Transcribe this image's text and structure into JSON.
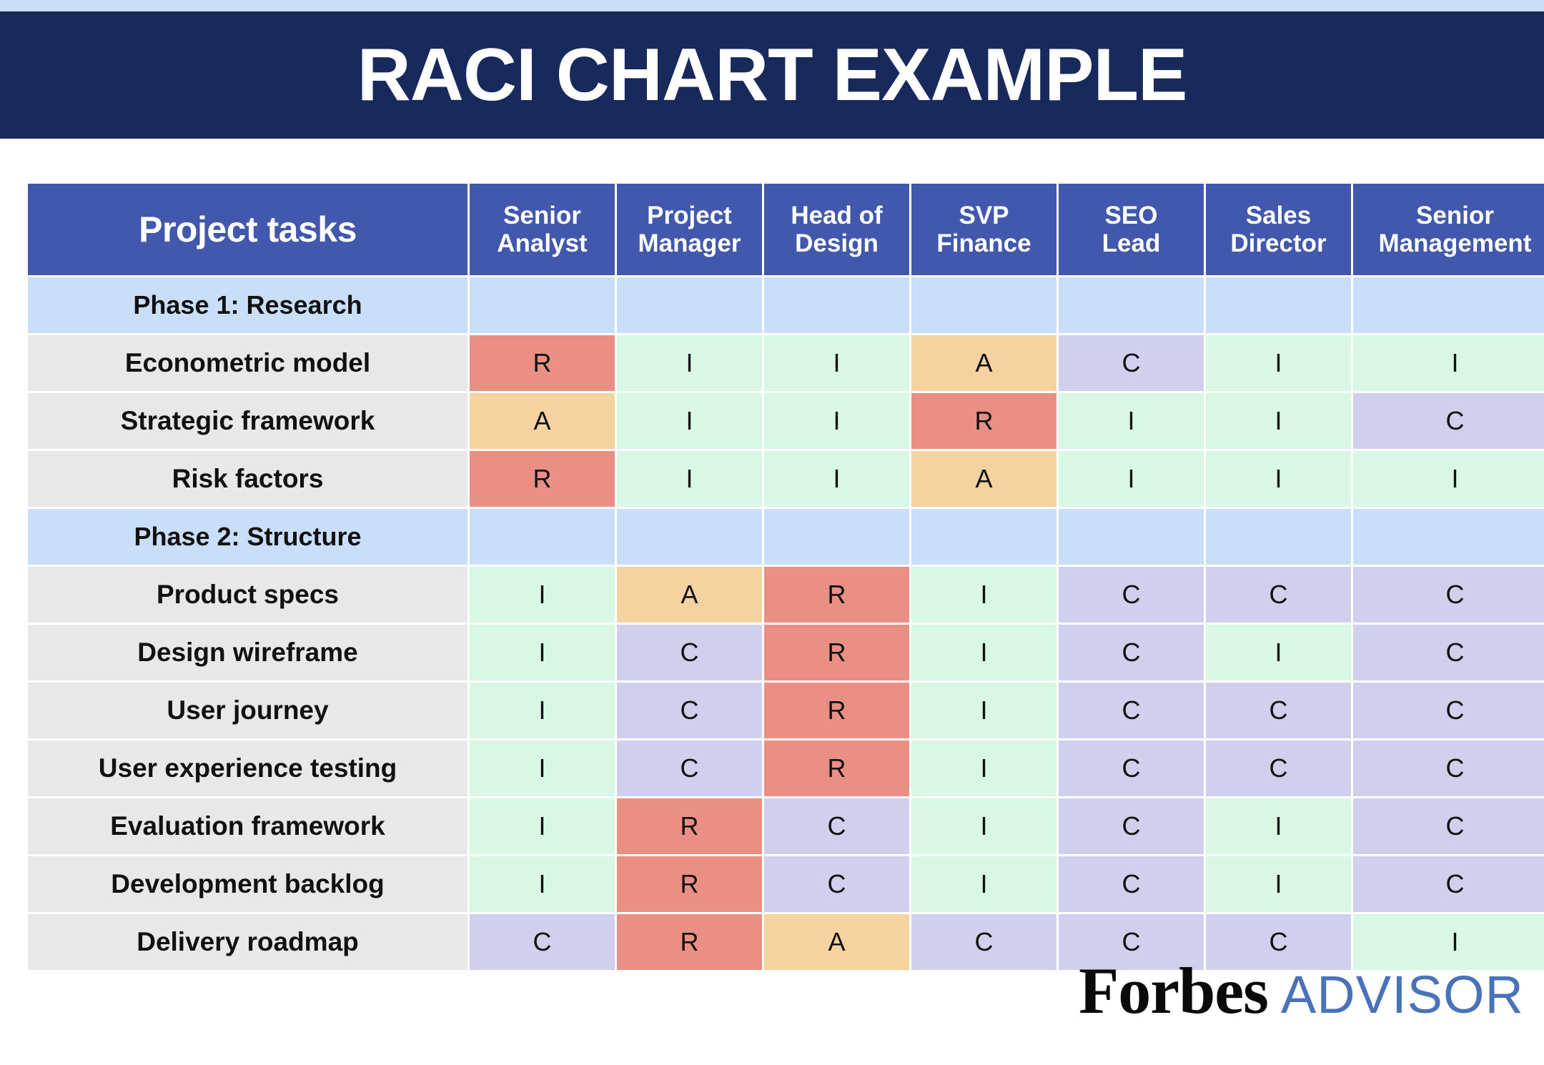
{
  "banner": {
    "title": "RACI CHART EXAMPLE",
    "background_color": "#182a5c",
    "strip_color": "#c8def9"
  },
  "logo": {
    "primary": "Forbes",
    "secondary": "ADVISOR",
    "primary_color": "#0a0a0a",
    "secondary_color": "#4a72b8"
  },
  "legend_colors": {
    "R": "#ea8f83",
    "A": "#f4d3a0",
    "C": "#d0d0ee",
    "I": "#d8f7e5",
    "header": "#4158ac",
    "phase": "#c8def9",
    "task": "#e8e8e8"
  },
  "chart_data": {
    "type": "table",
    "title": "RACI CHART EXAMPLE",
    "columns": [
      "Project tasks",
      "Senior Analyst",
      "Project Manager",
      "Head of Design",
      "SVP Finance",
      "SEO Lead",
      "Sales Director",
      "Senior Management"
    ],
    "column_lines": [
      [
        "Project tasks"
      ],
      [
        "Senior",
        "Analyst"
      ],
      [
        "Project",
        "Manager"
      ],
      [
        "Head of",
        "Design"
      ],
      [
        "SVP",
        "Finance"
      ],
      [
        "SEO",
        "Lead"
      ],
      [
        "Sales",
        "Director"
      ],
      [
        "Senior",
        "Management"
      ]
    ],
    "rows": [
      {
        "type": "phase",
        "label": "Phase 1: Research",
        "values": [
          "",
          "",
          "",
          "",
          "",
          "",
          ""
        ]
      },
      {
        "type": "task",
        "label": "Econometric model",
        "values": [
          "R",
          "I",
          "I",
          "A",
          "C",
          "I",
          "I"
        ]
      },
      {
        "type": "task",
        "label": "Strategic framework",
        "values": [
          "A",
          "I",
          "I",
          "R",
          "I",
          "I",
          "C"
        ]
      },
      {
        "type": "task",
        "label": "Risk factors",
        "values": [
          "R",
          "I",
          "I",
          "A",
          "I",
          "I",
          "I"
        ]
      },
      {
        "type": "phase",
        "label": "Phase 2: Structure",
        "values": [
          "",
          "",
          "",
          "",
          "",
          "",
          ""
        ]
      },
      {
        "type": "task",
        "label": "Product specs",
        "values": [
          "I",
          "A",
          "R",
          "I",
          "C",
          "C",
          "C"
        ]
      },
      {
        "type": "task",
        "label": "Design wireframe",
        "values": [
          "I",
          "C",
          "R",
          "I",
          "C",
          "I",
          "C"
        ]
      },
      {
        "type": "task",
        "label": "User journey",
        "values": [
          "I",
          "C",
          "R",
          "I",
          "C",
          "C",
          "C"
        ]
      },
      {
        "type": "task",
        "label": "User experience testing",
        "values": [
          "I",
          "C",
          "R",
          "I",
          "C",
          "C",
          "C"
        ]
      },
      {
        "type": "task",
        "label": "Evaluation framework",
        "values": [
          "I",
          "R",
          "C",
          "I",
          "C",
          "I",
          "C"
        ]
      },
      {
        "type": "task",
        "label": "Development backlog",
        "values": [
          "I",
          "R",
          "C",
          "I",
          "C",
          "I",
          "C"
        ]
      },
      {
        "type": "task",
        "label": "Delivery roadmap",
        "values": [
          "C",
          "R",
          "A",
          "C",
          "C",
          "C",
          "I"
        ]
      }
    ]
  }
}
